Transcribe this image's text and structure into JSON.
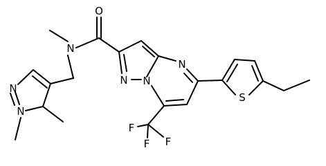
{
  "molecule": {
    "atoms": {
      "carbonyl_oxygen": "O",
      "amide_nitrogen": "N",
      "pyrazole_n1": "N",
      "pyrazole_n2": "N",
      "pyrimidine_n": "N",
      "bridge_n": "N",
      "thiophene_s": "S",
      "fluorine_1": "F",
      "fluorine_2": "F",
      "fluorine_3": "F",
      "pyrazole_a_n1": "N",
      "pyrazole_a_n2": "N"
    }
  }
}
